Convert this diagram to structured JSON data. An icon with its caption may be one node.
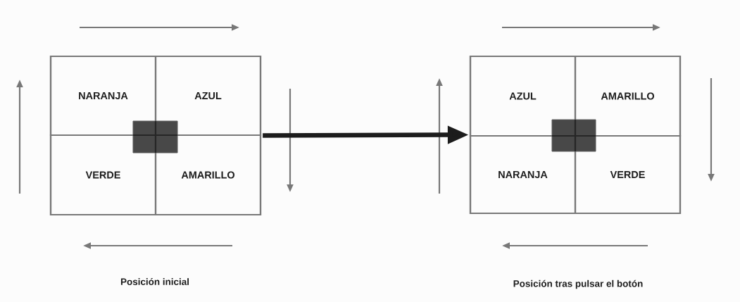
{
  "diagram": {
    "nodes": [
      {
        "text": [],
        "shape": "box"
      },
      {
        "text": [
          "NARANJA"
        ],
        "in": 0
      },
      {
        "text": [
          "AZUL"
        ],
        "in": 0
      },
      {
        "text": [
          "VERDE"
        ],
        "in": 0
      },
      {
        "text": [
          "AMARILLO"
        ],
        "in": 0
      },
      {
        "text": [],
        "shape": "box"
      },
      {
        "text": [
          "AZUL"
        ],
        "in": 5
      },
      {
        "text": [
          "AMARILLO"
        ],
        "in": 5
      },
      {
        "text": [
          "NARANJA"
        ],
        "in": 5
      },
      {
        "text": [
          "VERDE"
        ],
        "in": 5
      }
    ],
    "edges": [
      {
        "from": 0,
        "to": 5,
        "arrow": "to"
      }
    ],
    "labels": [
      "Posición inicial",
      "Posición tras pulsar el botón"
    ]
  }
}
